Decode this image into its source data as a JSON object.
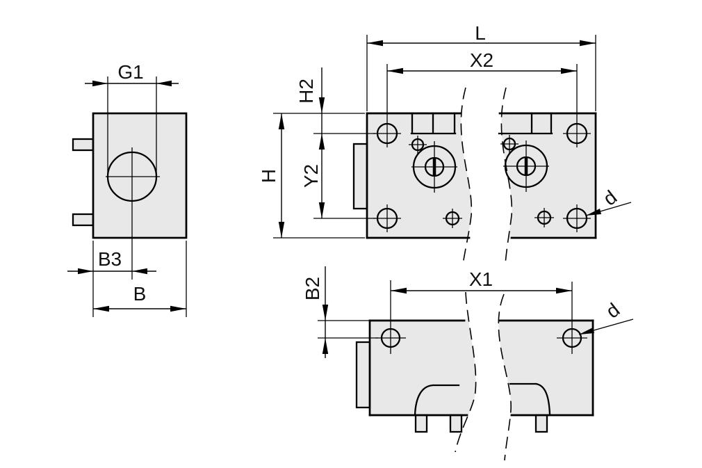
{
  "drawing": {
    "colors": {
      "body_fill": "#e8e8e8",
      "line": "#000000",
      "background": "#ffffff"
    },
    "views": {
      "side": {
        "labels": {
          "g1": "G1",
          "b3": "B3",
          "b": "B"
        }
      },
      "front": {
        "labels": {
          "l": "L",
          "x2": "X2",
          "h2": "H2",
          "y2": "Y2",
          "h": "H",
          "d": "d"
        }
      },
      "bottom": {
        "labels": {
          "x1": "X1",
          "b2": "B2",
          "d": "d"
        }
      }
    }
  }
}
